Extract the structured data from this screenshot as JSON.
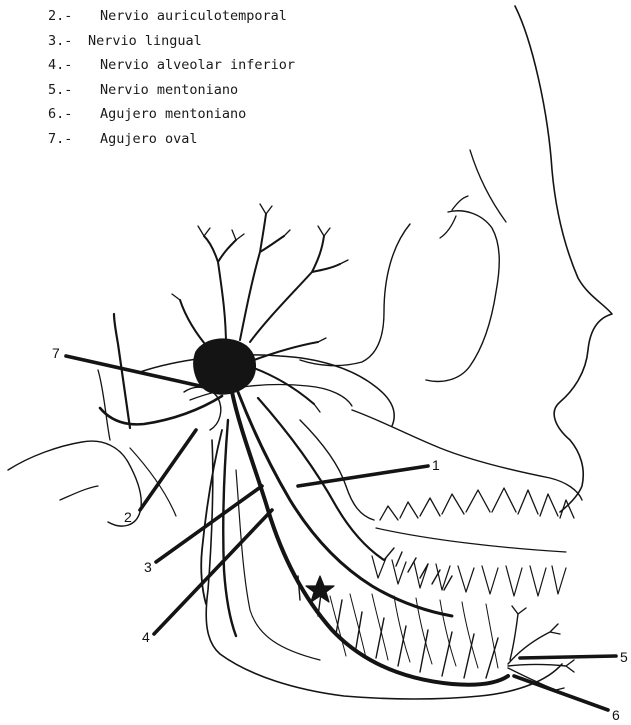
{
  "legend": {
    "items": [
      {
        "num": "2.-",
        "label": "Nervio auriculotemporal"
      },
      {
        "num": "3.-",
        "label": "Nervio lingual"
      },
      {
        "num": "4.-",
        "label": "Nervio alveolar inferior"
      },
      {
        "num": "5.-",
        "label": "Nervio mentoniano"
      },
      {
        "num": "6.-",
        "label": "Agujero mentoniano"
      },
      {
        "num": "7.-",
        "label": "Agujero oval"
      }
    ]
  },
  "callouts": {
    "c1": "1",
    "c2": "2",
    "c3": "3",
    "c4": "4",
    "c5": "5",
    "c6": "6",
    "c7": "7"
  },
  "colors": {
    "ink": "#141414",
    "paper": "#ffffff"
  }
}
